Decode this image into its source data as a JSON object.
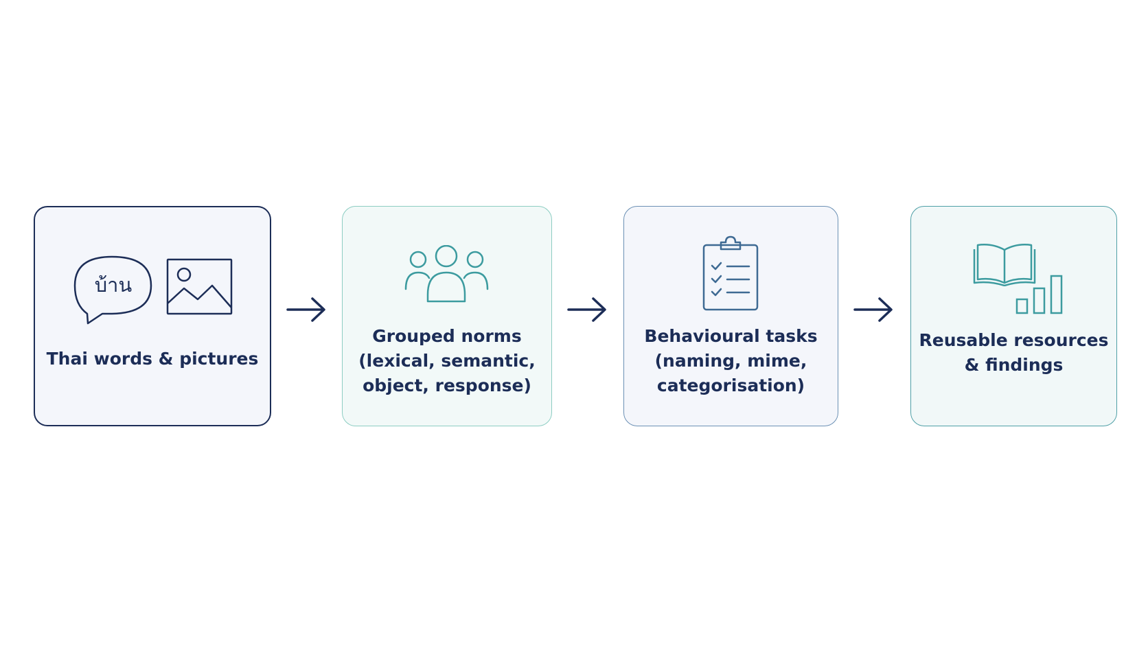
{
  "colors": {
    "navy": "#1c2d57",
    "teal": "#3c9b9f",
    "slate_blue": "#3e6a93",
    "box1_border": "#1c2d57",
    "box2_border": "#8ccdc2",
    "box3_border": "#6b90b4",
    "box4_border": "#4e9fa6"
  },
  "steps": [
    {
      "icons": [
        "speech-bubble-icon",
        "image-icon"
      ],
      "bubble_text": "บ้าน",
      "label_lines": [
        "Thai words & pictures"
      ]
    },
    {
      "icons": [
        "people-group-icon"
      ],
      "label_lines": [
        "Grouped norms",
        "(lexical, semantic,",
        "object, response)"
      ]
    },
    {
      "icons": [
        "clipboard-checklist-icon"
      ],
      "label_lines": [
        "Behavioural tasks",
        "(naming, mime,",
        "categorisation)"
      ]
    },
    {
      "icons": [
        "open-book-icon",
        "bar-chart-icon"
      ],
      "label_lines": [
        "Reusable resources",
        "& findings"
      ]
    }
  ],
  "connectors": [
    "arrow-right-icon",
    "arrow-right-icon",
    "arrow-right-icon"
  ]
}
